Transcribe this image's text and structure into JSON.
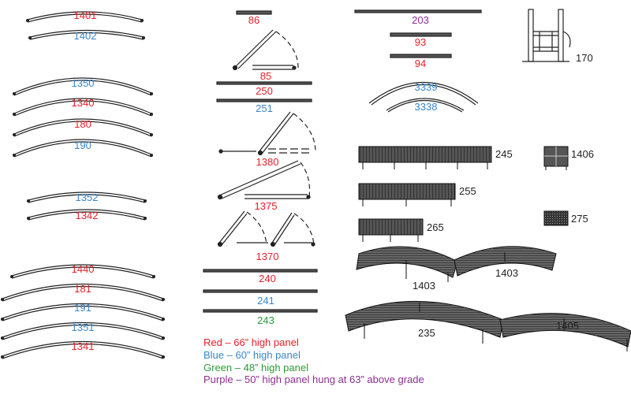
{
  "colors": {
    "red": "#e8202a",
    "blue": "#3a86c8",
    "green": "#2e9a3a",
    "purple": "#8b2f8f",
    "black": "#222222"
  },
  "labels": {
    "l1401": "1401",
    "l1402": "1402",
    "l1350": "1350",
    "l1340": "1340",
    "l180": "180",
    "l190": "190",
    "l1352": "1352",
    "l1342": "1342",
    "l1440": "1440",
    "l181": "181",
    "l191": "191",
    "l1351": "1351",
    "l1341": "1341",
    "l86": "86",
    "l85": "85",
    "l250": "250",
    "l251": "251",
    "l1380": "1380",
    "l1375": "1375",
    "l1370": "1370",
    "l240": "240",
    "l241": "241",
    "l243": "243",
    "l203": "203",
    "l93": "93",
    "l94": "94",
    "l3339": "3339",
    "l3338": "3338",
    "l170": "170",
    "l245": "245",
    "l1406": "1406",
    "l255": "255",
    "l275": "275",
    "l265": "265",
    "l1403a": "1403",
    "l1403b": "1403",
    "l235": "235",
    "l1405": "1405"
  },
  "legend": {
    "red": "Red – 66” high panel",
    "blue": "Blue – 60” high panel",
    "green": "Green – 48” high panel",
    "purple": "Purple – 50” high panel hung at 63” above grade"
  }
}
